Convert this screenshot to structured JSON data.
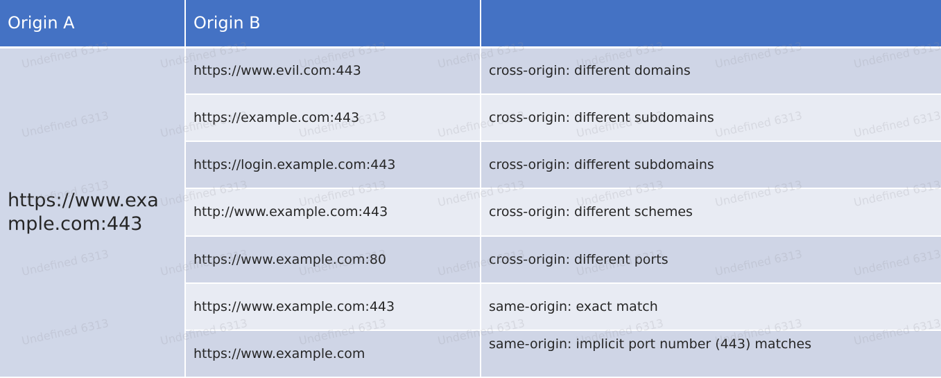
{
  "table": {
    "headers": [
      "Origin A",
      "Origin B",
      ""
    ],
    "origin_a": "https://www.example.com:443",
    "rows": [
      {
        "origin_b": "https://www.evil.com:443",
        "result": "cross-origin: different domains"
      },
      {
        "origin_b": "https://example.com:443",
        "result": "cross-origin: different subdomains"
      },
      {
        "origin_b": "https://login.example.com:443",
        "result": "cross-origin: different subdomains"
      },
      {
        "origin_b": "http://www.example.com:443",
        "result": "cross-origin: different schemes"
      },
      {
        "origin_b": "https://www.example.com:80",
        "result": "cross-origin: different ports"
      },
      {
        "origin_b": "https://www.example.com:443",
        "result": "same-origin: exact match"
      },
      {
        "origin_b": "https://www.example.com",
        "result": "same-origin: implicit port number (443) matches"
      }
    ]
  },
  "watermark": "Undefined 6313",
  "colors": {
    "header": "#4472c4",
    "row_dark": "#cfd5e6",
    "row_light": "#e8ebf3"
  }
}
